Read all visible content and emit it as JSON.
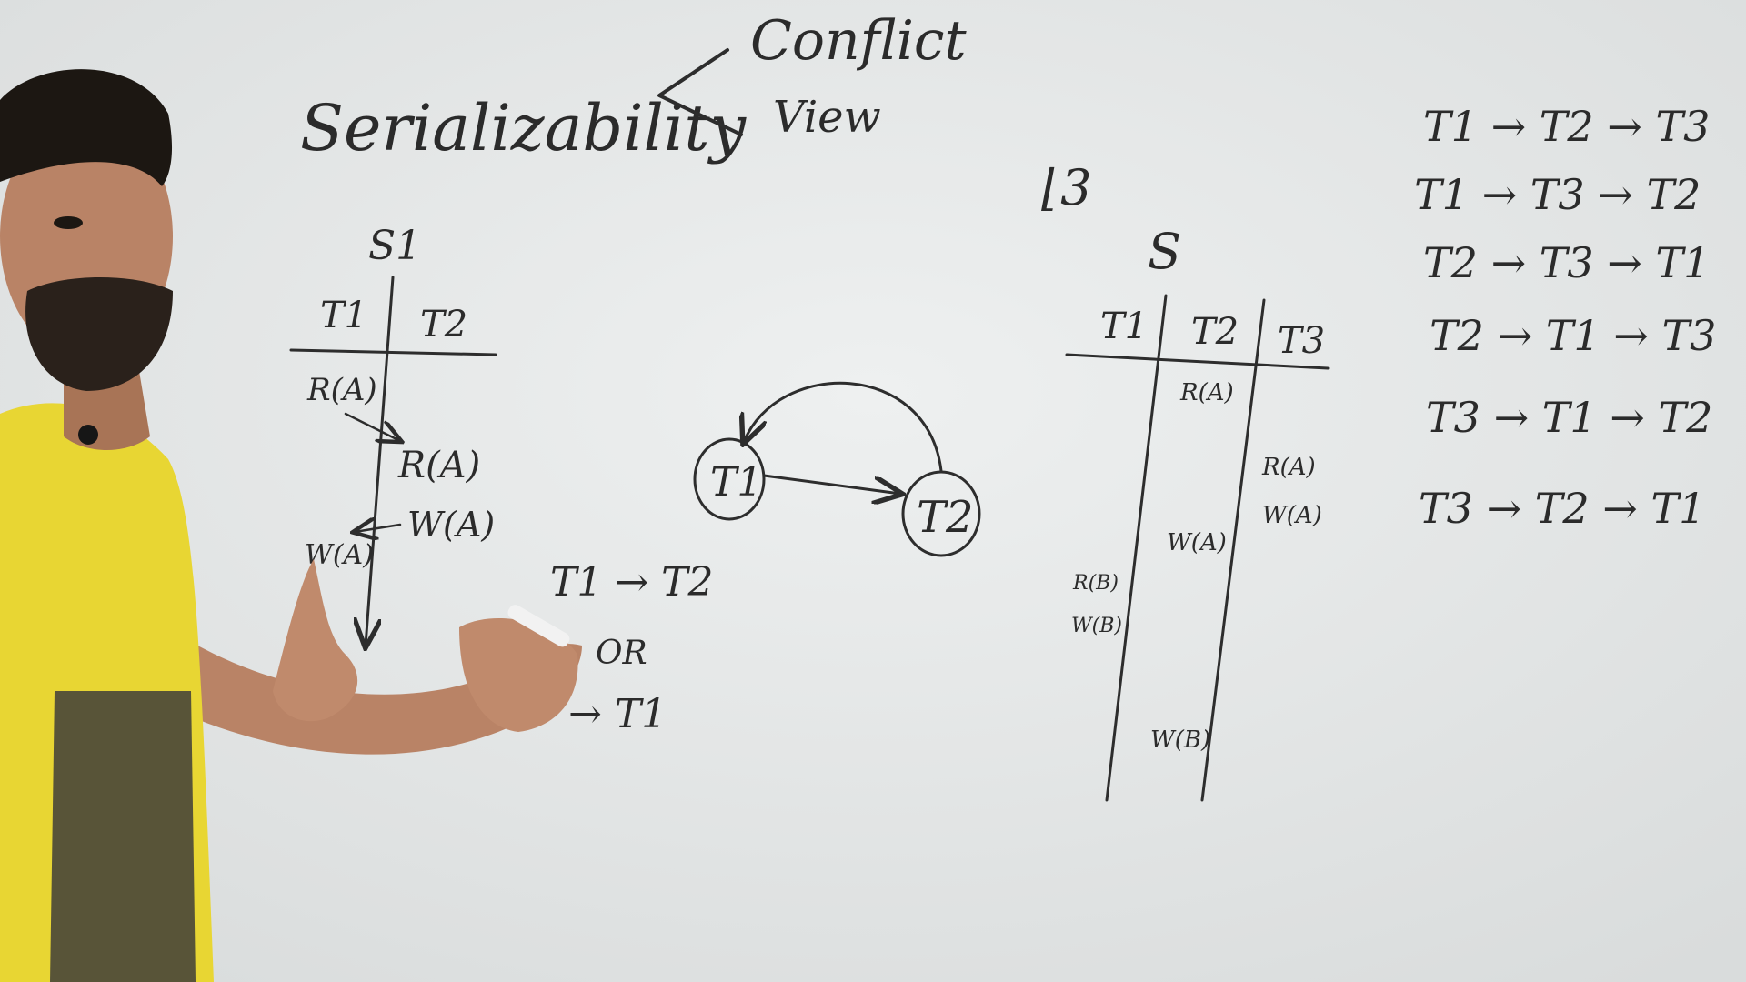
{
  "title": {
    "main": "Serializability",
    "types": [
      "Conflict",
      "View"
    ]
  },
  "schedule_s1": {
    "name": "S1",
    "columns": [
      "T1",
      "T2"
    ],
    "ops_t1": [
      "R(A)",
      "W(A)"
    ],
    "ops_t2": [
      "R(A)",
      "W(A)"
    ]
  },
  "precedence_graph": {
    "nodes": [
      "T1",
      "T2"
    ]
  },
  "serial_orders": {
    "first": "T1 → T2",
    "or_label": "OR",
    "second": "→ T1"
  },
  "factorial_note": "⌊3",
  "schedule_s": {
    "name": "S",
    "columns": [
      "T1",
      "T2",
      "T3"
    ],
    "ops_t1": [
      "R(B)",
      "W(B)"
    ],
    "ops_t2": [
      "R(A)",
      "W(A)",
      "W(B)"
    ],
    "ops_t3": [
      "R(A)",
      "W(A)"
    ]
  },
  "permutations": [
    "T1 → T2 → T3",
    "T1 → T3 → T2",
    "T2 → T3 → T1",
    "T2 → T1 → T3",
    "T3 → T1 → T2",
    "T3 → T2 → T1"
  ],
  "colors": {
    "whiteboard": "#e7eaea",
    "ink": "#2d2d2d",
    "shirt": "#e8d633",
    "skin": "#b98366",
    "hair": "#1c1712"
  }
}
